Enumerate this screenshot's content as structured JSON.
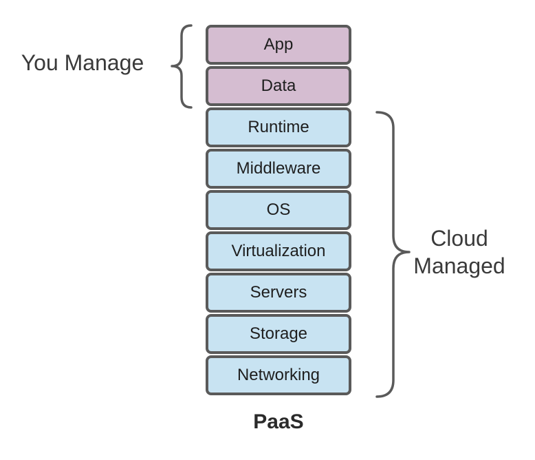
{
  "title": "PaaS",
  "you_manage": {
    "label": "You Manage",
    "layers": [
      {
        "label": "App"
      },
      {
        "label": "Data"
      }
    ]
  },
  "cloud_managed": {
    "label_line1": "Cloud",
    "label_line2": "Managed",
    "layers": [
      {
        "label": "Runtime"
      },
      {
        "label": "Middleware"
      },
      {
        "label": "OS"
      },
      {
        "label": "Virtualization"
      },
      {
        "label": "Servers"
      },
      {
        "label": "Storage"
      },
      {
        "label": "Networking"
      }
    ]
  },
  "colors": {
    "user_layer_fill": "#d5bdd1",
    "cloud_layer_fill": "#c8e3f2",
    "border": "#5a5a5a"
  }
}
